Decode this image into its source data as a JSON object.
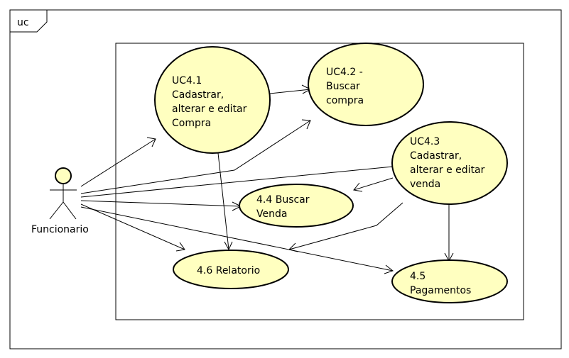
{
  "frame": {
    "label": "uc"
  },
  "colors": {
    "usecase_fill": "#ffffc0",
    "line": "#000000",
    "background": "#ffffff"
  },
  "actor": {
    "name": "Funcionario"
  },
  "use_cases": [
    {
      "id": "uc41",
      "lines": [
        "UC4.1",
        "Cadastrar,",
        "alterar e editar",
        "Compra"
      ]
    },
    {
      "id": "uc42",
      "lines": [
        "UC4.2 -",
        "Buscar",
        "compra"
      ]
    },
    {
      "id": "uc43",
      "lines": [
        "UC4.3",
        "Cadastrar,",
        "alterar e editar",
        "venda"
      ]
    },
    {
      "id": "uc44",
      "lines": [
        "4.4 Buscar",
        "Venda"
      ]
    },
    {
      "id": "uc46",
      "lines": [
        "4.6 Relatorio"
      ]
    },
    {
      "id": "uc45",
      "lines": [
        "4.5",
        "Pagamentos"
      ]
    }
  ]
}
